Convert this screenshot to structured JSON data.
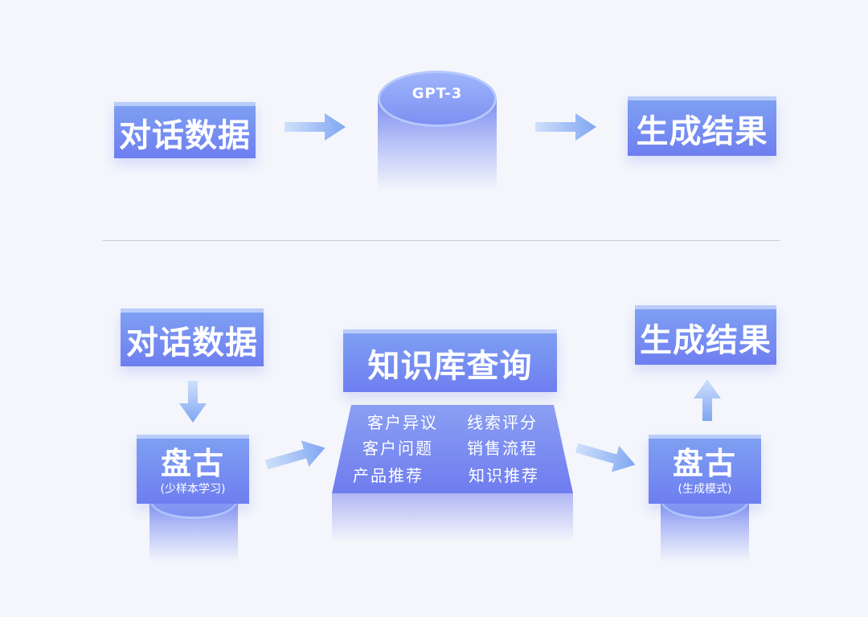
{
  "top_flow": {
    "input": "对话数据",
    "model": "GPT-3",
    "output": "生成结果"
  },
  "bottom_flow": {
    "input": "对话数据",
    "pangu_left": {
      "title": "盘古",
      "subtitle": "(少样本学习)"
    },
    "knowledge": {
      "title": "知识库查询",
      "items": [
        "客户异议",
        "线索评分",
        "客户问题",
        "销售流程",
        "产品推荐",
        "知识推荐"
      ]
    },
    "pangu_right": {
      "title": "盘古",
      "subtitle": "(生成模式)"
    },
    "output": "生成结果"
  },
  "colors": {
    "background": "#f4f6fc",
    "box_fill": "#7589f1",
    "box_top_edge": "#b9cdfb",
    "arrow": "#8fb3f4",
    "divider": "#c9cbd3"
  }
}
